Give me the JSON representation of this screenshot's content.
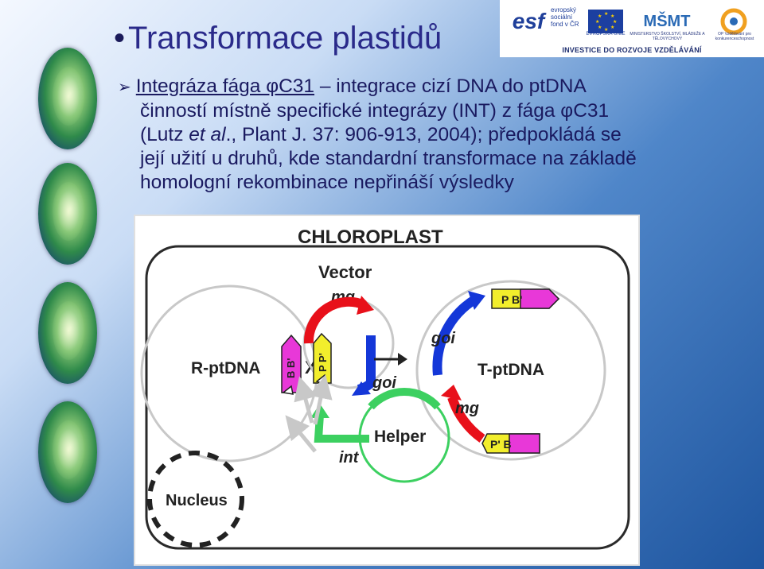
{
  "slide": {
    "title": "Transformace plastidů",
    "bullet": "•"
  },
  "logos": {
    "esf": "esf",
    "esf_text": "evropský sociální fond v ČR",
    "eu_text": "EVROPSKÁ UNIE",
    "msmt": "MŠMT",
    "msmt_text": "MINISTERSTVO ŠKOLSTVÍ, MLÁDEŽE A TĚLOVÝCHOVY",
    "op_text": "OP Vzdělávání pro konkurenceschopnost",
    "caption": "INVESTICE DO ROZVOJE VZDĚLÁVÁNÍ"
  },
  "text": {
    "line1_link": "Integráza fága φC31",
    "line1_rest": " – integrace cizí DNA do ptDNA",
    "line2": "činností místně specifické integrázy (INT) z fága φC31",
    "line3_a": "(Lutz ",
    "line3_it": "et al",
    "line3_b": "., Plant J. 37: 906-913, 2004); předpokládá se",
    "line4": "její užití u druhů, kde standardní transformace na základě",
    "line5": "homologní rekombinace nepřináší výsledky"
  },
  "diagram": {
    "chloroplast": "CHLOROPLAST",
    "vector": "Vector",
    "mg_vector": "mg",
    "goi_vector": "goi",
    "pp_vector": "P P'",
    "r_ptdna": "R-ptDNA",
    "bb_r": "B B'",
    "x_mark": "X",
    "t_ptdna": "T-ptDNA",
    "goi_t": "goi",
    "mg_t": "mg",
    "pb_top": "P B'",
    "pb_bottom": "P' B",
    "helper": "Helper",
    "int": "int",
    "nucleus": "Nucleus",
    "colors": {
      "red": "#e8101a",
      "blue": "#1437d8",
      "green": "#3cd060",
      "magenta": "#e838d8",
      "yellow": "#f2ee2c"
    }
  }
}
